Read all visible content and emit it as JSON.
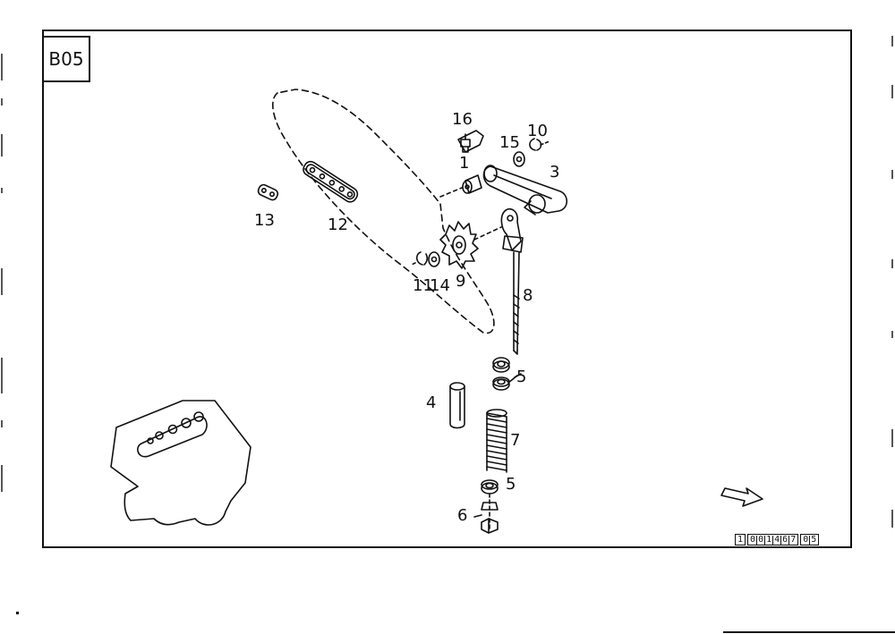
{
  "section_code": "B05",
  "reference_groups": [
    {
      "digits": [
        "1"
      ]
    },
    {
      "digits": [
        "0",
        "0",
        "1",
        "4",
        "6",
        "7"
      ]
    },
    {
      "digits": [
        "0",
        "5"
      ]
    }
  ],
  "part_callouts": [
    "1",
    "3",
    "4",
    "5",
    "5",
    "6",
    "7",
    "8",
    "9",
    "10",
    "11",
    "12",
    "13",
    "14",
    "15",
    "16"
  ],
  "icons": {
    "direction": "hollow-arrow-icon",
    "locator": "machine-outline-icon"
  }
}
